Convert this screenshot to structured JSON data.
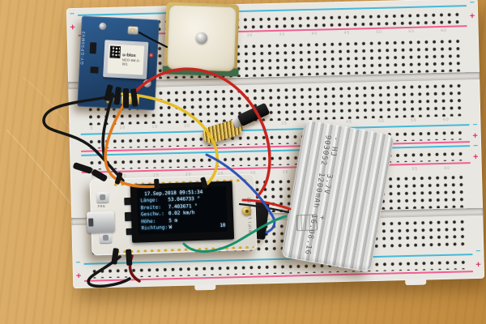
{
  "scene": {
    "description": "GPS tracker prototype on a breadboard: u-blox NEO-6M GPS module with ceramic patch antenna, WiFi LoRa 32 board with OLED showing GPS fix data, LiPo battery and jumper wires on a wooden desk"
  },
  "breadboard": {
    "plus": "+",
    "minus": "−",
    "numbers": "5 10 15 20 25 30 35 40 45 50 55 60"
  },
  "gps_module": {
    "brand": "u-blox",
    "model": "NEO-6M-0-001",
    "silkscreen": "GY-GPS6MV2"
  },
  "esp32_board": {
    "side_label": "WIFI LoRa 32",
    "prg_label": "PRG",
    "rst_label": "RST"
  },
  "oled": {
    "line1": "17.Sep.2018 09:51:34",
    "rows": [
      {
        "label": "Länge:",
        "value": "53.046733 °",
        "extra": ""
      },
      {
        "label": "Breite:",
        "value": "7.403671 °",
        "extra": ""
      },
      {
        "label": "Geschw.:",
        "value": "0.02 km/h",
        "extra": ""
      },
      {
        "label": "Höhe:",
        "value": "5 m",
        "extra": ""
      },
      {
        "label": "Richtung:",
        "value": "W",
        "extra": "10"
      }
    ]
  },
  "battery": {
    "line1": "- HJ 903052",
    "line2": "3.7V 1200mAh",
    "line3": "+ 16.08.16"
  },
  "colors": {
    "rail_plus": "#e0356b",
    "rail_minus": "#45b9d8",
    "oled_text": "#a8ddf7",
    "wire_red": "#c8251f",
    "wire_yellow": "#e6bd2a",
    "wire_orange": "#df7a1e",
    "wire_green": "#17906b",
    "wire_blue": "#2e55b5",
    "wire_black": "#161616"
  }
}
